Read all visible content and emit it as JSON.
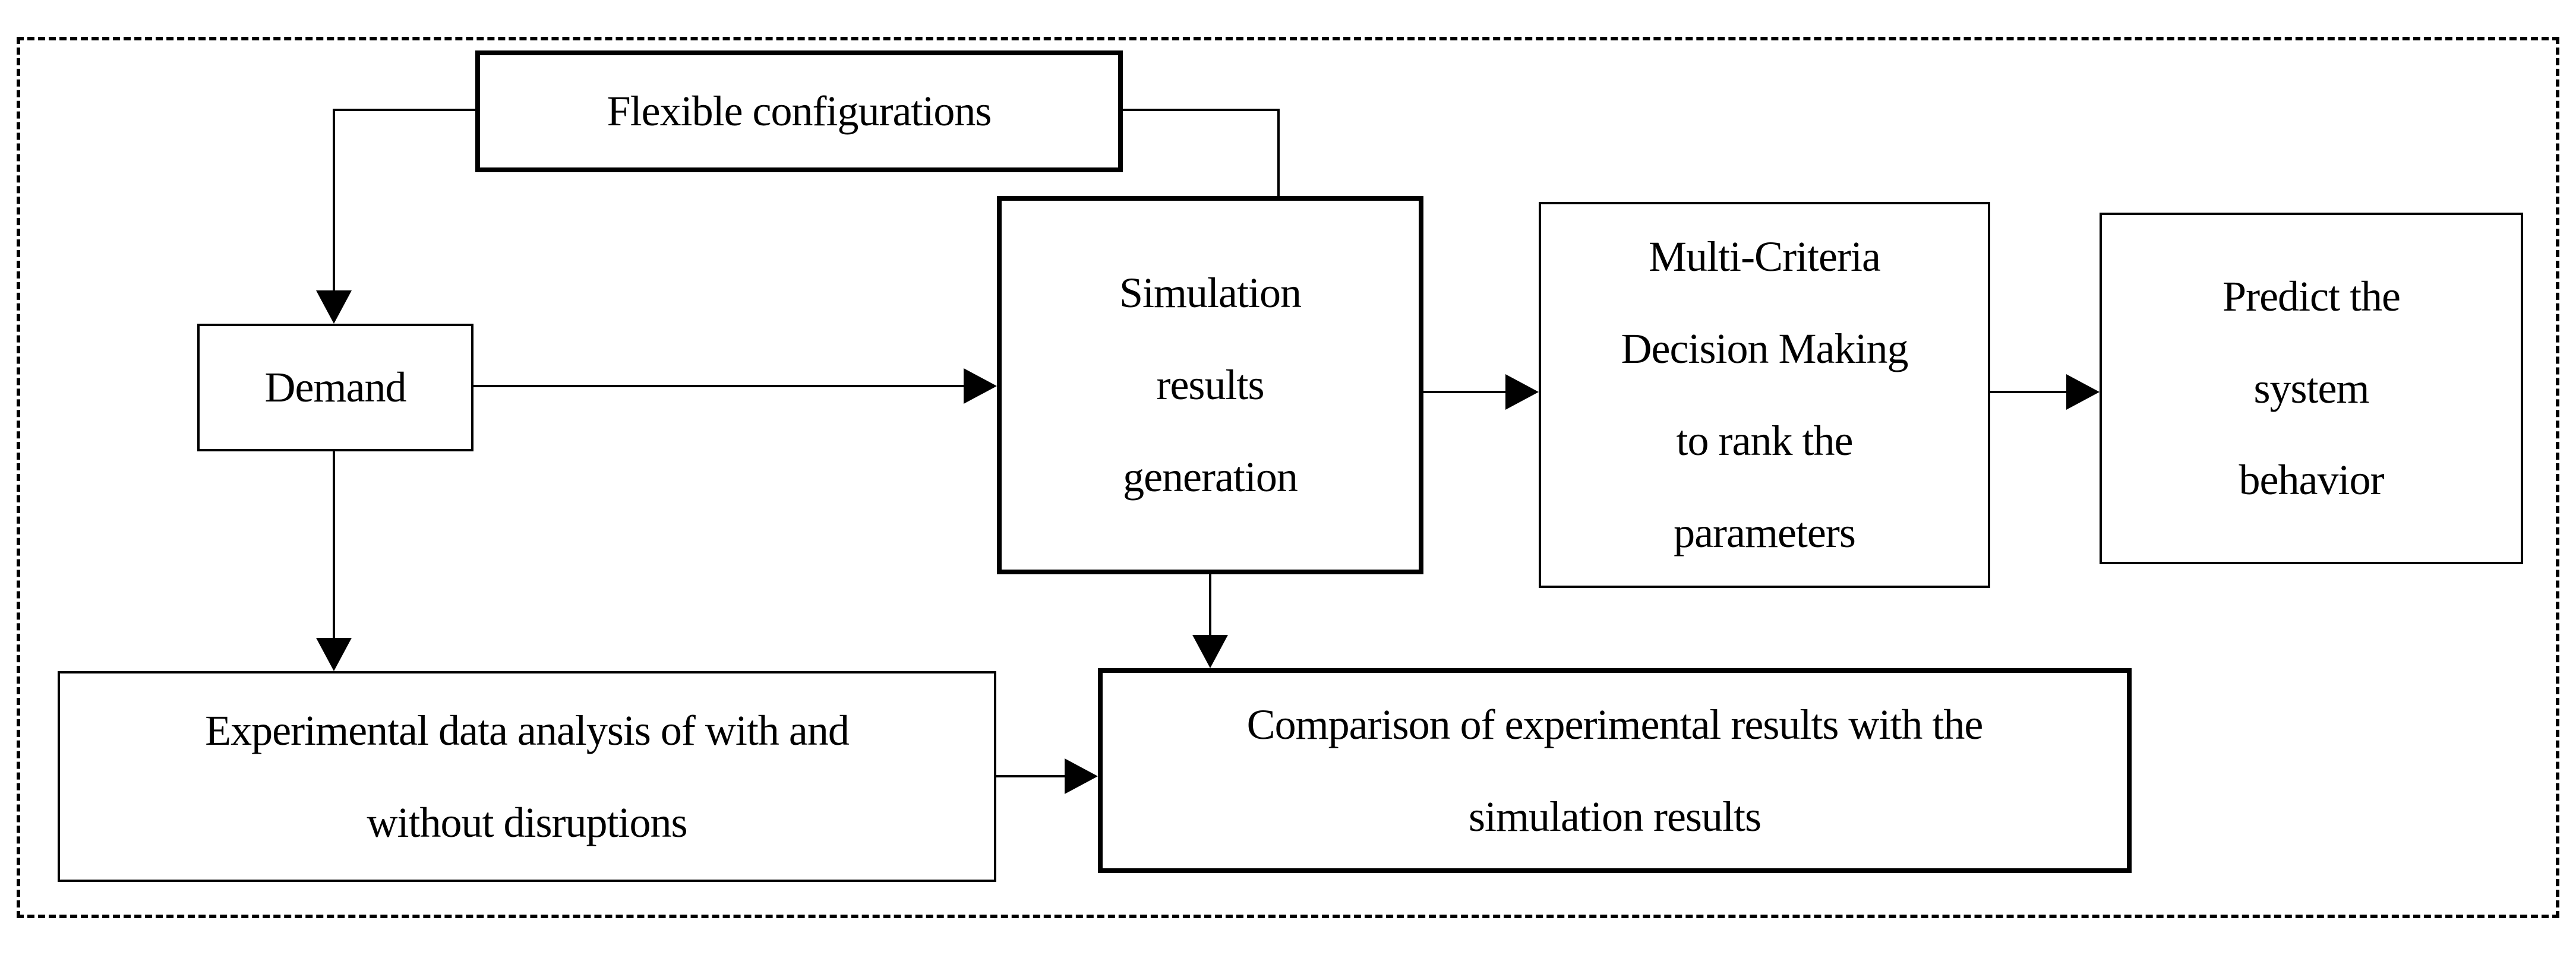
{
  "figure": {
    "type": "flowchart",
    "background_color": "#ffffff",
    "line_color": "#000000",
    "frame_border_style": "dashed",
    "nodes": {
      "flexible": {
        "label": "Flexible configurations",
        "border": "thick"
      },
      "demand": {
        "label": "Demand",
        "border": "thin"
      },
      "simulation": {
        "label": "Simulation\nresults\ngeneration",
        "border": "thick"
      },
      "mcdm": {
        "label": "Multi-Criteria\nDecision Making\nto rank the\nparameters",
        "border": "thin"
      },
      "predict": {
        "label": "Predict the\nsystem\nbehavior",
        "border": "thin"
      },
      "experimental": {
        "label": "Experimental data analysis of with and\nwithout disruptions",
        "border": "thin"
      },
      "comparison": {
        "label": "Comparison of experimental results with the\nsimulation results",
        "border": "thick"
      }
    },
    "connectors": [
      {
        "from": "flexible",
        "to": "demand",
        "arrowhead": true
      },
      {
        "from": "flexible",
        "to": "simulation",
        "arrowhead": false
      },
      {
        "from": "demand",
        "to": "simulation",
        "arrowhead": true
      },
      {
        "from": "demand",
        "to": "experimental",
        "arrowhead": true
      },
      {
        "from": "simulation",
        "to": "mcdm",
        "arrowhead": true
      },
      {
        "from": "mcdm",
        "to": "predict",
        "arrowhead": true
      },
      {
        "from": "simulation",
        "to": "comparison",
        "arrowhead": true
      },
      {
        "from": "experimental",
        "to": "comparison",
        "arrowhead": true
      }
    ]
  }
}
